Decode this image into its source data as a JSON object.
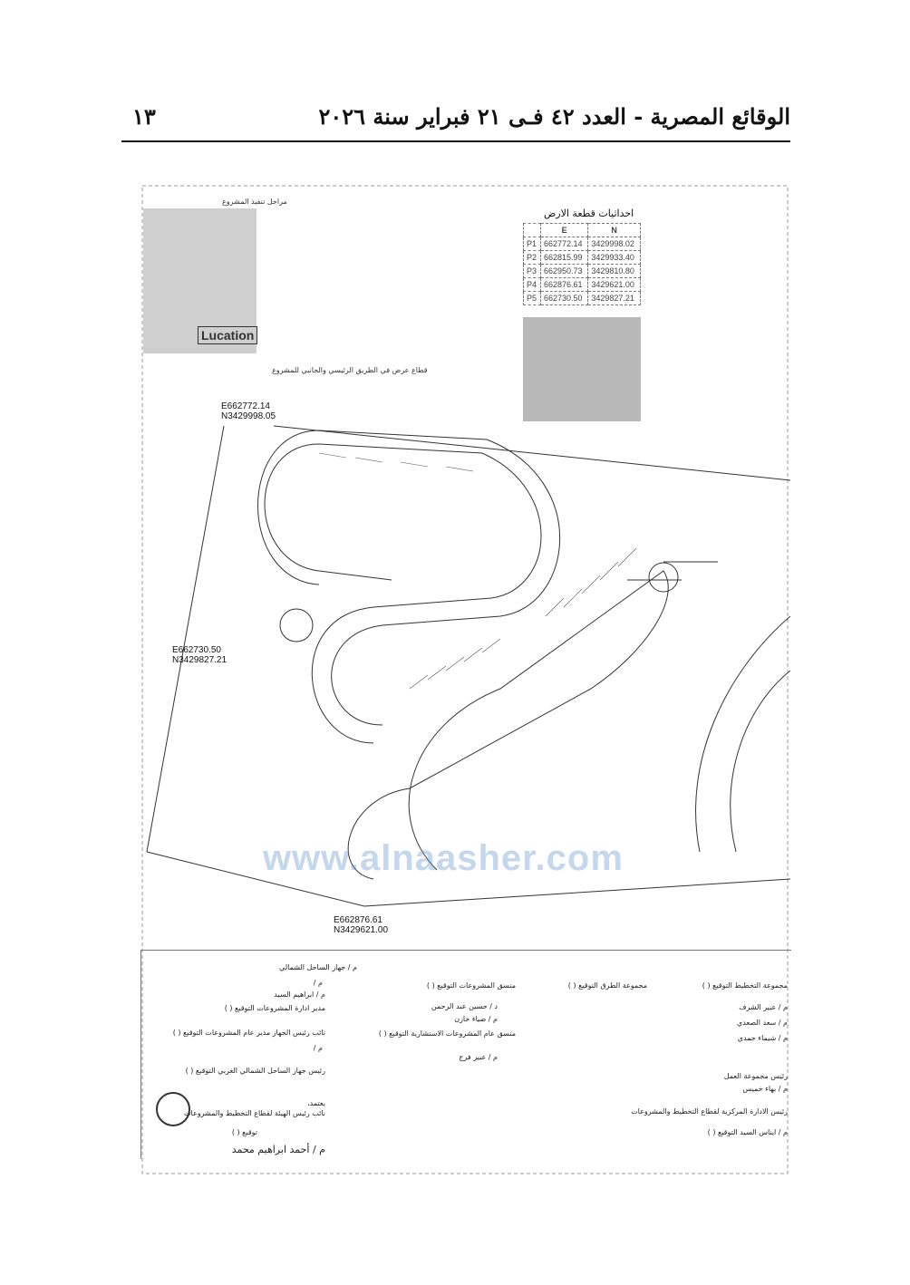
{
  "header": {
    "title": "الوقائع المصرية - العدد ٤٢ فـى ٢١ فبراير سنة ٢٠٢٦",
    "page_number": "١٣"
  },
  "plan": {
    "section_caption": "قطاع عرض في الطريق الرئيسي والجانبي للمشروع",
    "phases_title": "مراحل تنفيذ المشروع",
    "logo": "Lucation",
    "points": [
      {
        "id": "P1",
        "e": "E662772.14",
        "n": "N3429998.05"
      },
      {
        "id": "P5",
        "e": "E662730.50",
        "n": "N3429827.21"
      },
      {
        "id": "P4",
        "e": "E662876.61",
        "n": "N3429621.00"
      }
    ],
    "coord_table": {
      "title": "احداثيات قطعة الارض",
      "headers": [
        "",
        "E",
        "N"
      ],
      "rows": [
        [
          "P1",
          "662772.14",
          "3429998.02"
        ],
        [
          "P2",
          "662815.99",
          "3429933.40"
        ],
        [
          "P3",
          "662950.73",
          "3429810.80"
        ],
        [
          "P4",
          "662876.61",
          "3429621.00"
        ],
        [
          "P5",
          "662730.50",
          "3429827.21"
        ]
      ]
    }
  },
  "watermark": "www.alnaasher.com",
  "signatures": {
    "c1_title": "مجموعة التخطيط التوقيع (   )",
    "c1_names": [
      "م / عبير الشرف",
      "م / سعد الصعدي",
      "م / شيماء حمدي"
    ],
    "c1_head": "رئيس مجموعة العمل",
    "c1_head_name": "م / بهاء خميس",
    "c1_dept": "رئيس الادارة المركزية لقطاع التخطيط والمشروعات",
    "c1_dept_name": "م / ايناس السيد  التوقيع (   )",
    "c2_title": "مجموعة الطرق التوقيع (   )",
    "c3_title": "منسق المشروعات  التوقيع (   )",
    "c3_names": [
      "د / حسين عبد الرحمن",
      "م / ضياء خازن"
    ],
    "c3_sub": "منسق عام المشروعات الاستشارية التوقيع (   )",
    "c3_sub_name": "م / عبير فرج",
    "c4_title": "م / جهاز الساحل الشمالي",
    "c4_lines": [
      "م /",
      "م / ابراهيم السيد",
      "مدير ادارة المشروعات  التوقيع (   )",
      "نائب رئيس الجهاز مدير عام المشروعات  التوقيع (   )",
      "م /",
      "رئيس جهاز الساحل الشمالي الغربي  التوقيع (   )",
      "يعتمد،",
      "نائب رئيس الهيئة لقطاع التخطيط والمشروعات",
      "توقيع (   )",
      "م / أحمد ابراهيم محمد"
    ]
  }
}
